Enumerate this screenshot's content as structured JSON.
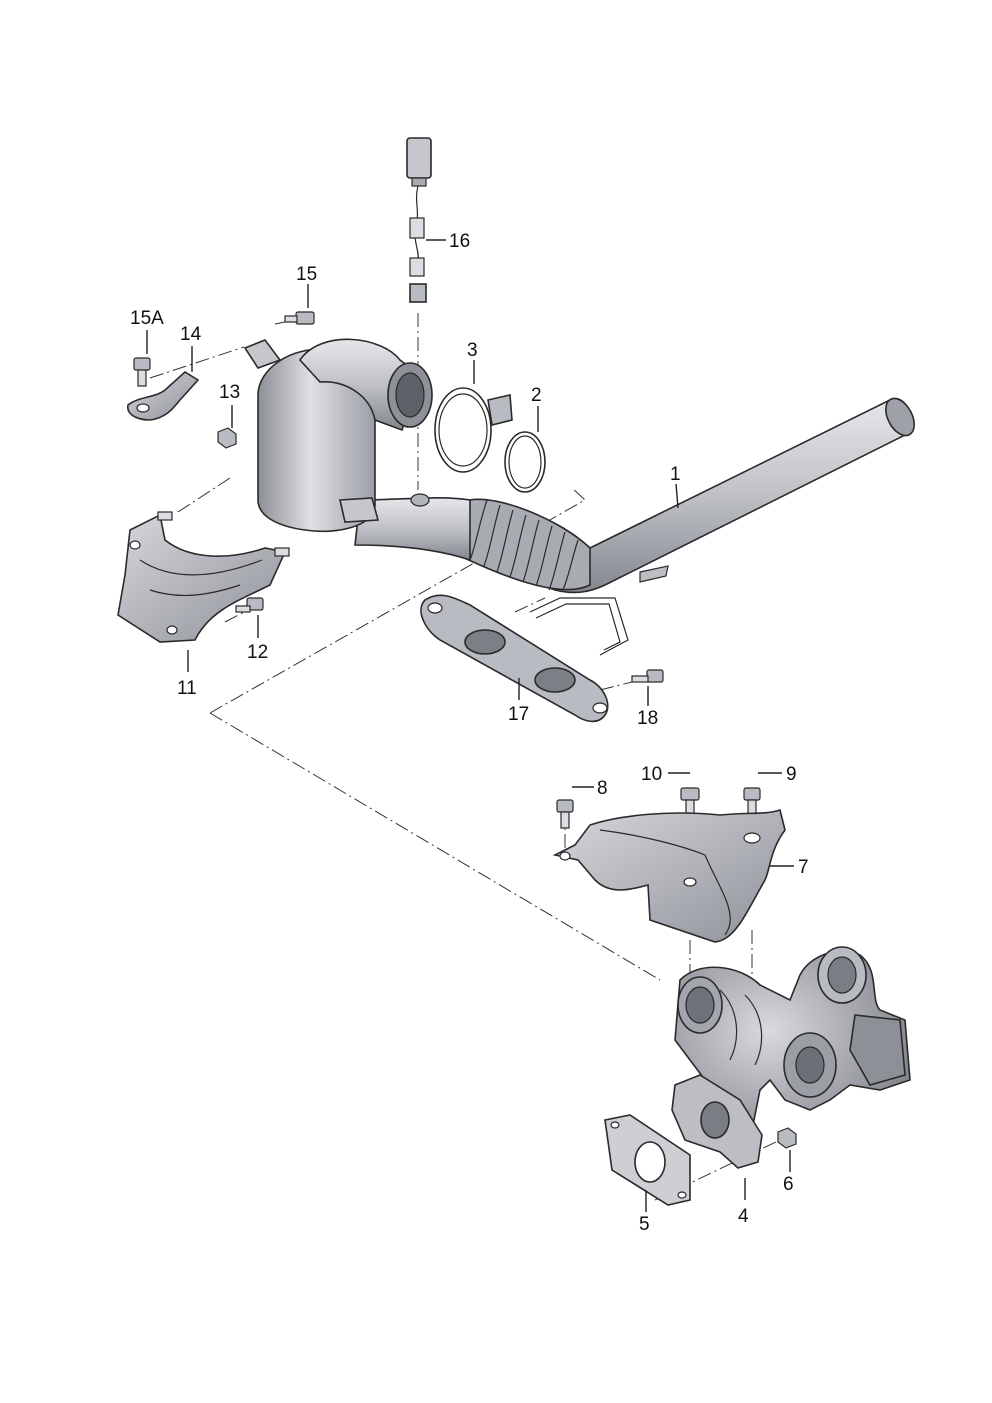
{
  "diagram": {
    "callouts": [
      {
        "key": "p1",
        "label": "1"
      },
      {
        "key": "p2",
        "label": "2"
      },
      {
        "key": "p3",
        "label": "3"
      },
      {
        "key": "p4",
        "label": "4"
      },
      {
        "key": "p5",
        "label": "5"
      },
      {
        "key": "p6",
        "label": "6"
      },
      {
        "key": "p7",
        "label": "7"
      },
      {
        "key": "p8",
        "label": "8"
      },
      {
        "key": "p9",
        "label": "9"
      },
      {
        "key": "p10",
        "label": "10"
      },
      {
        "key": "p11",
        "label": "11"
      },
      {
        "key": "p12",
        "label": "12"
      },
      {
        "key": "p13",
        "label": "13"
      },
      {
        "key": "p14",
        "label": "14"
      },
      {
        "key": "p15",
        "label": "15"
      },
      {
        "key": "p15a",
        "label": "15A"
      },
      {
        "key": "p16",
        "label": "16"
      },
      {
        "key": "p17",
        "label": "17"
      },
      {
        "key": "p18",
        "label": "18"
      }
    ],
    "colors": {
      "metal_light": "#dcdde2",
      "metal_mid": "#b9bbc2",
      "metal_dark": "#8e9098",
      "metal_shadow": "#6d6f76",
      "line": "#2a2a2a"
    }
  }
}
